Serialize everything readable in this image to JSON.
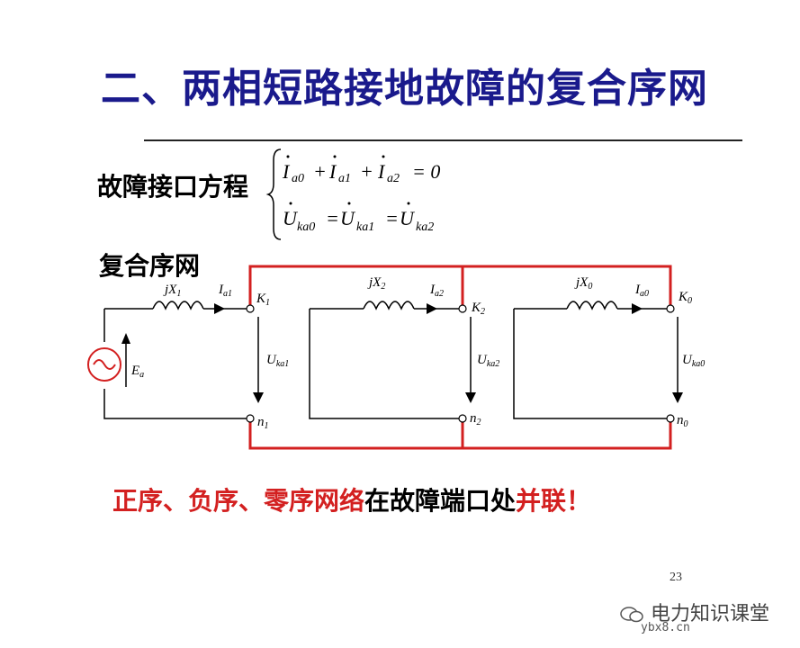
{
  "title": "二、两相短路接地故障的复合序网",
  "fault_equation_label": "故障接口方程",
  "equations": {
    "line1": {
      "i": "I",
      "s0": "a0",
      "plus1": "+",
      "s1": "a1",
      "plus2": "+",
      "s2": "a2",
      "eq": "= 0"
    },
    "line2": {
      "u": "U",
      "s0": "ka0",
      "eq1": "=",
      "s1": "ka1",
      "eq2": "=",
      "s2": "ka2"
    }
  },
  "composite_network_label": "复合序网",
  "circuit": {
    "reactances": [
      "jX",
      "jX",
      "jX"
    ],
    "reactance_subs": [
      "1",
      "2",
      "0"
    ],
    "currents": [
      "a1",
      "a2",
      "a0"
    ],
    "voltages": [
      "ka1",
      "ka2",
      "ka0"
    ],
    "k_nodes": [
      "1",
      "2",
      "0"
    ],
    "n_nodes": [
      "1",
      "2",
      "0"
    ],
    "source_label": "E",
    "source_sub": "a"
  },
  "statement": {
    "part1": "正序、负序、零序网络",
    "part2": "在故障端口处",
    "part3": "并联！"
  },
  "page_number": "23",
  "watermark": {
    "name": "电力知识课堂",
    "url": "ybx8.cn"
  },
  "colors": {
    "title": "#1a1a8c",
    "accent_red": "#d32020",
    "wire": "#000000"
  }
}
